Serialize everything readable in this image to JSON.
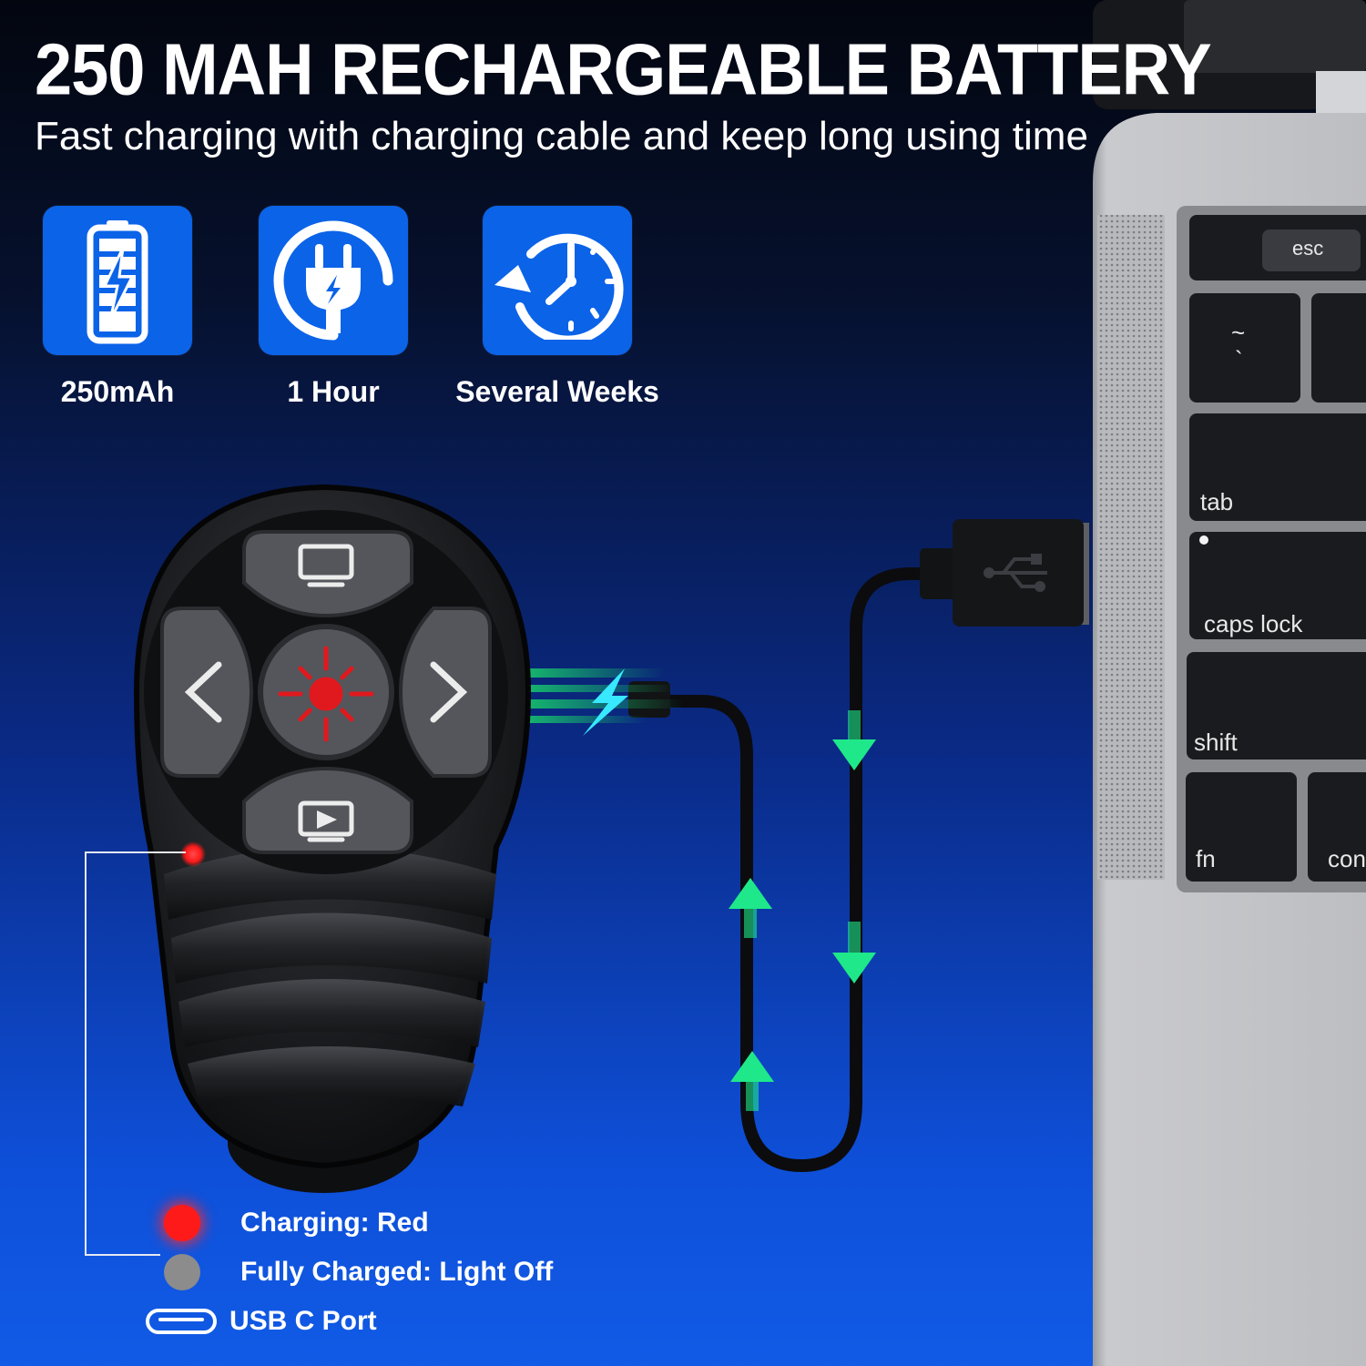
{
  "headline": "250 MAH RECHARGEABLE BATTERY",
  "subline": "Fast charging with charging cable and keep long using time",
  "features": [
    {
      "icon": "battery-charging-icon",
      "label": "250mAh"
    },
    {
      "icon": "plug-charging-icon",
      "label": "1 Hour"
    },
    {
      "icon": "clock-rotate-icon",
      "label": "Several Weeks"
    }
  ],
  "keyboard": {
    "esc": "esc",
    "tilde": "~",
    "backtick": "`",
    "tab": "tab",
    "caps_lock": "caps lock",
    "shift": "shift",
    "fn": "fn",
    "control": "con"
  },
  "legend": {
    "charging": "Charging: Red",
    "fully_charged": "Fully Charged: Light Off",
    "usb_port": "USB C Port"
  },
  "colors": {
    "tile_blue": "#0b63e8",
    "charging_red": "#ff1a1a",
    "light_off_gray": "#8c8c8c",
    "arrow_green": "#1fe88a"
  }
}
